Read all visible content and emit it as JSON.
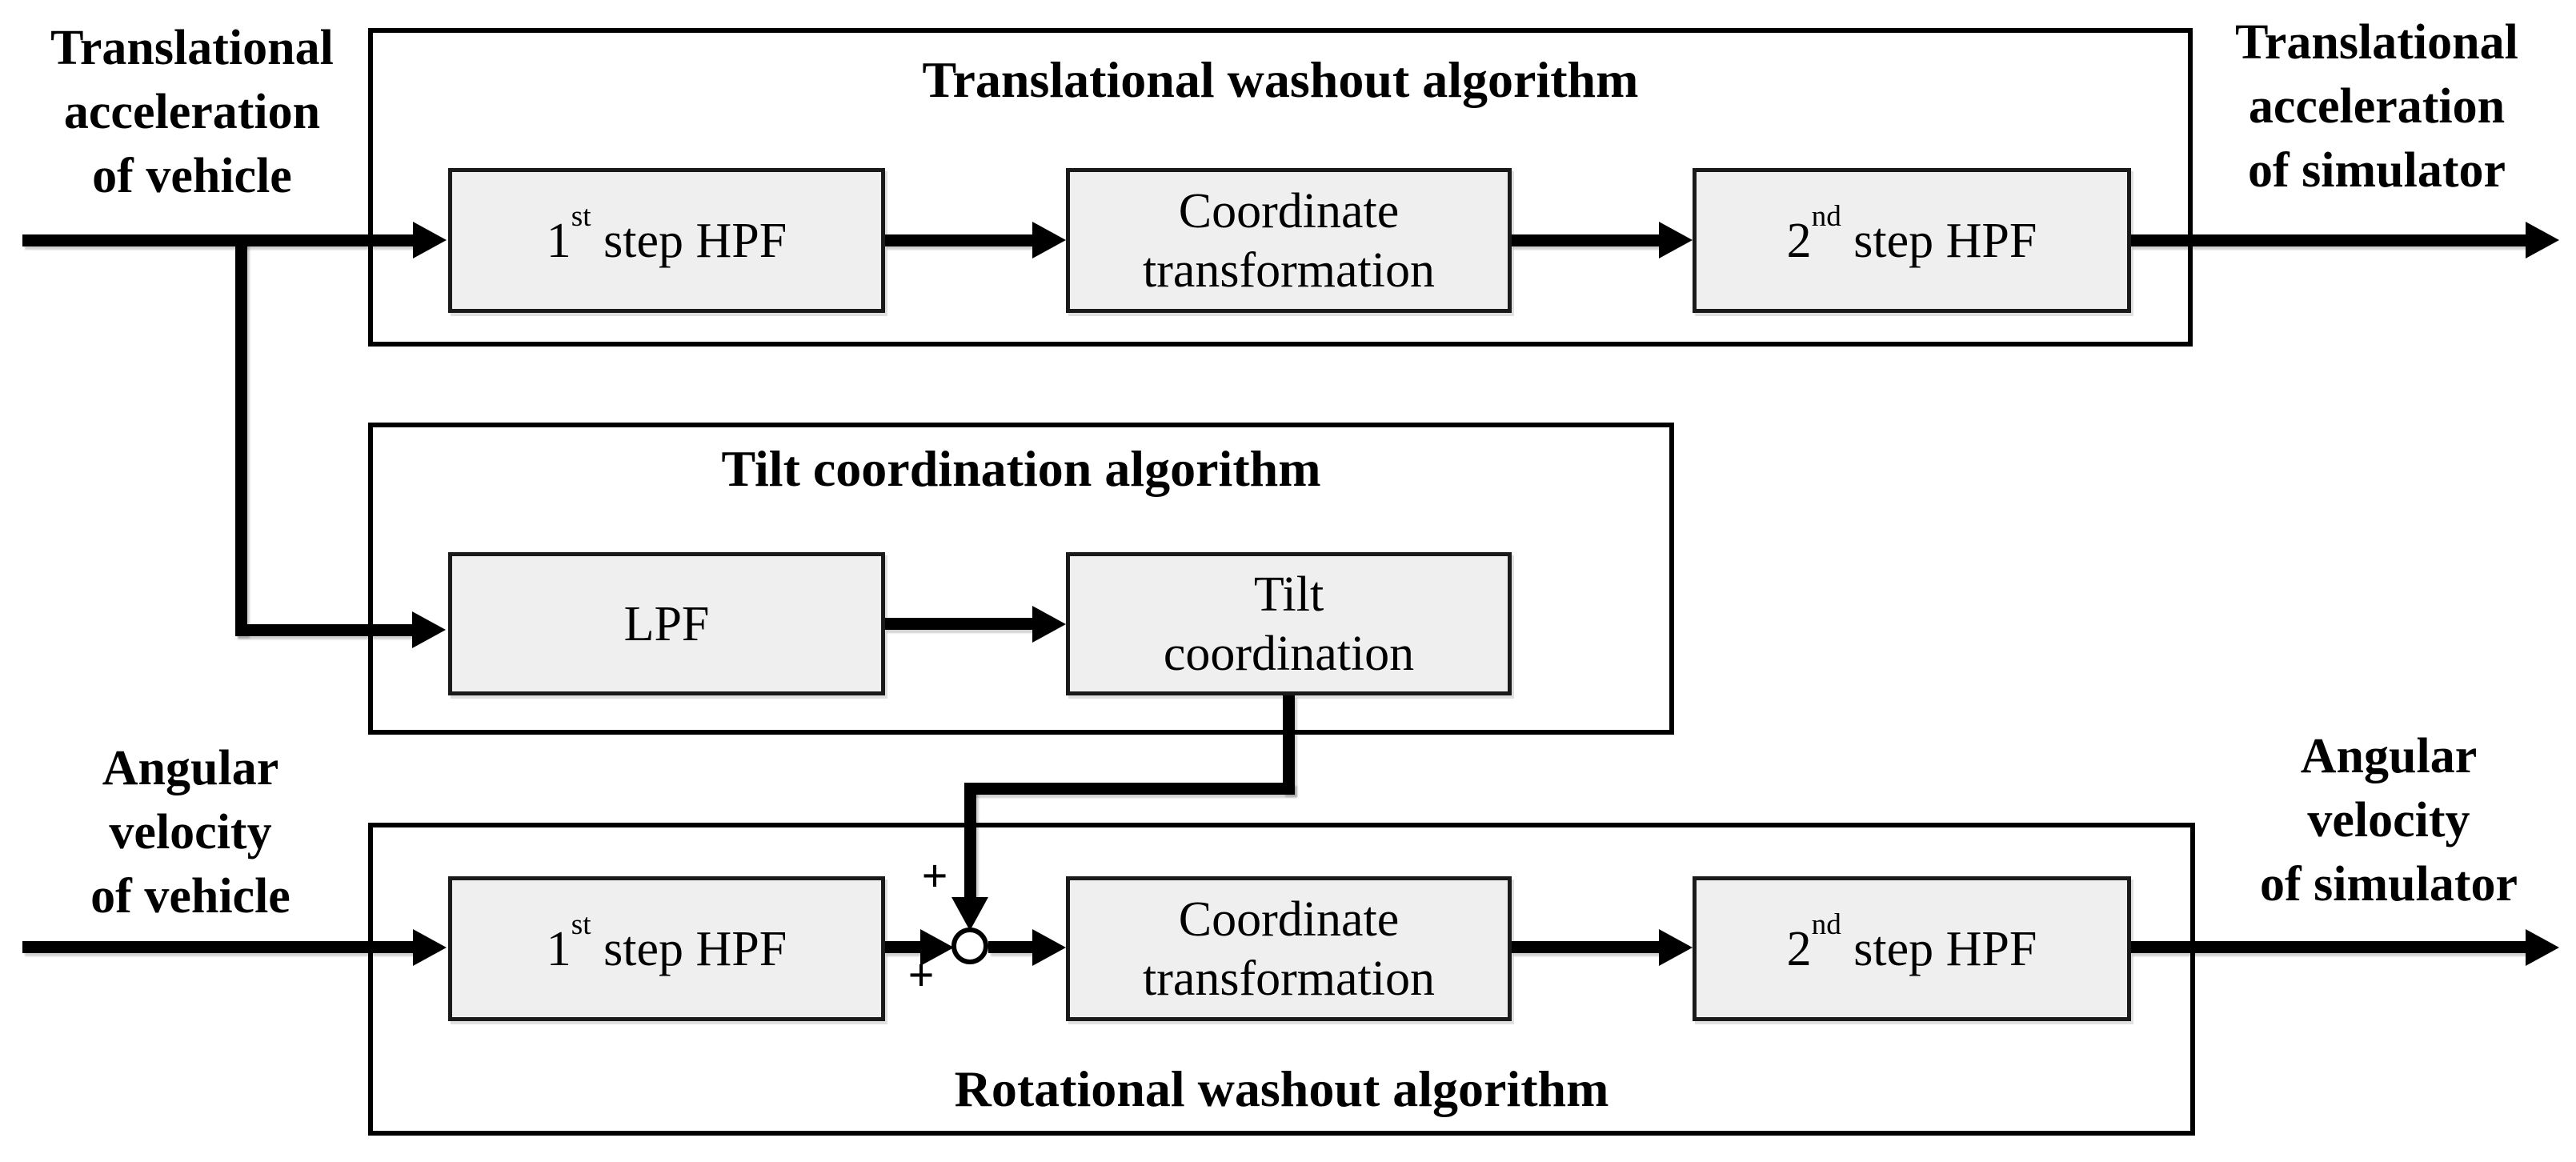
{
  "ports": {
    "top_left": {
      "lines": [
        "Translational",
        "acceleration",
        "of vehicle"
      ]
    },
    "top_right": {
      "lines": [
        "Translational",
        "acceleration",
        "of simulator"
      ]
    },
    "bottom_left": {
      "lines": [
        "Angular",
        "velocity",
        "of vehicle"
      ]
    },
    "bottom_right": {
      "lines": [
        "Angular",
        "velocity",
        "of simulator"
      ]
    }
  },
  "containers": {
    "translational": {
      "title": "Translational washout algorithm"
    },
    "tilt": {
      "title": "Tilt coordination algorithm"
    },
    "rotational": {
      "title": "Rotational washout algorithm"
    }
  },
  "blocks": {
    "t_hpf1": {
      "base": "1",
      "sup": "st",
      "rest": " step HPF"
    },
    "t_coord": {
      "line1": "Coordinate",
      "line2": "transformation"
    },
    "t_hpf2": {
      "base": "2",
      "sup": "nd",
      "rest": " step HPF"
    },
    "lpf": {
      "label": "LPF"
    },
    "tilt_coord": {
      "line1": "Tilt",
      "line2": "coordination"
    },
    "r_hpf1": {
      "base": "1",
      "sup": "st",
      "rest": " step HPF"
    },
    "r_coord": {
      "line1": "Coordinate",
      "line2": "transformation"
    },
    "r_hpf2": {
      "base": "2",
      "sup": "nd",
      "rest": " step HPF"
    }
  },
  "summing_junction": {
    "top_sign": "+",
    "left_sign": "+"
  },
  "colors": {
    "background": "#ffffff",
    "line": "#000000",
    "block_fill": "#efefef",
    "block_border": "#1a1a1a"
  }
}
